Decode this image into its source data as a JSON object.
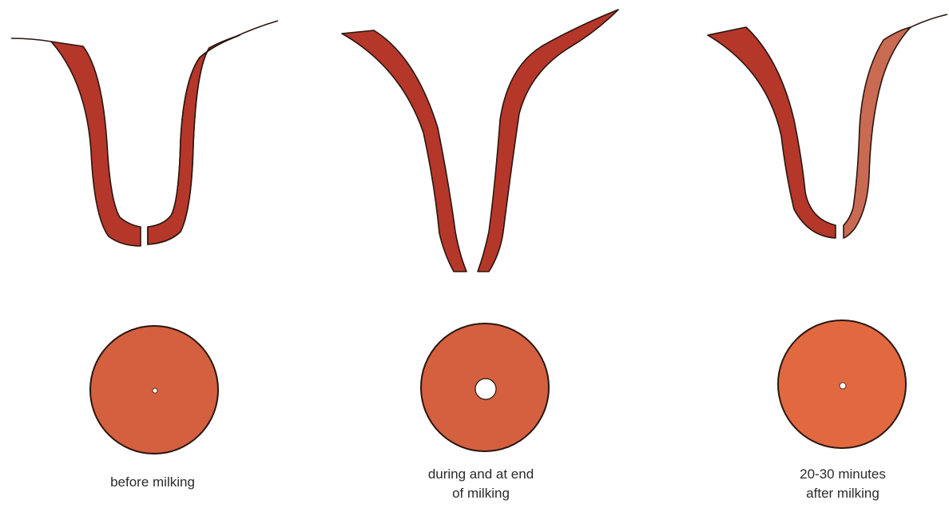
{
  "panels": [
    {
      "id": "before",
      "caption_lines": [
        "before milking"
      ],
      "orifice": "closed"
    },
    {
      "id": "during",
      "caption_lines": [
        "during and at end",
        "of milking"
      ],
      "orifice": "open"
    },
    {
      "id": "after",
      "caption_lines": [
        "20-30 minutes",
        "after milking"
      ],
      "orifice": "partially closed"
    }
  ],
  "colors": {
    "teat_wall": "#b5372a",
    "teat_wall_light": "#c96a52",
    "cross_section": "#d4603f",
    "cross_section_light": "#e2693f",
    "outline": "#2a1510",
    "orifice": "#ffffff"
  }
}
